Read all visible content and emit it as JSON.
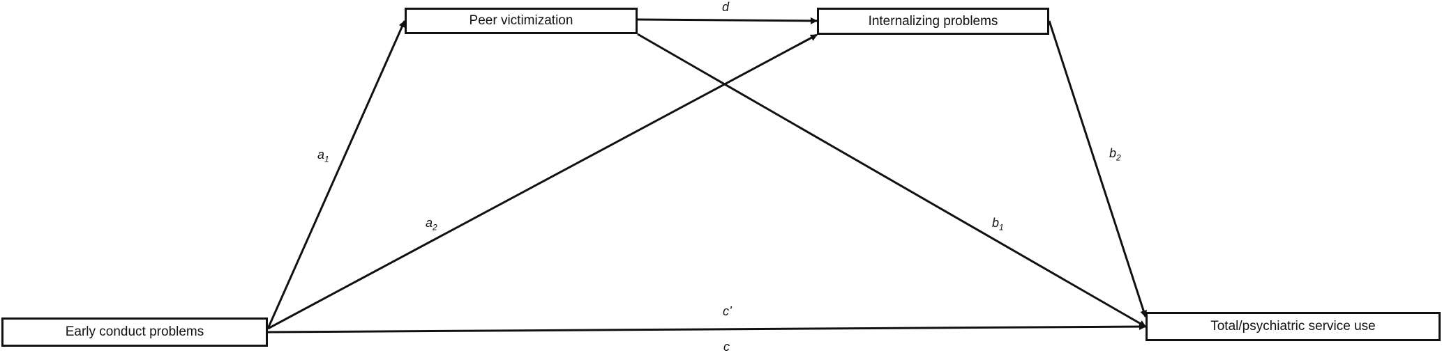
{
  "nodes": {
    "early_conduct_problems": "Early conduct problems",
    "peer_victimization": "Peer victimization",
    "internalizing_problems": "Internalizing problems",
    "service_use": "Total/psychiatric service use"
  },
  "paths": {
    "a1": {
      "letter": "a",
      "subscript": "1"
    },
    "a2": {
      "letter": "a",
      "subscript": "2"
    },
    "b1": {
      "letter": "b",
      "subscript": "1"
    },
    "b2": {
      "letter": "b",
      "subscript": "2"
    },
    "d": {
      "letter": "d",
      "subscript": ""
    },
    "c_prime": {
      "letter": "c’",
      "subscript": ""
    },
    "c": {
      "letter": "c",
      "subscript": ""
    }
  },
  "style": {
    "line_color": "#111111"
  }
}
